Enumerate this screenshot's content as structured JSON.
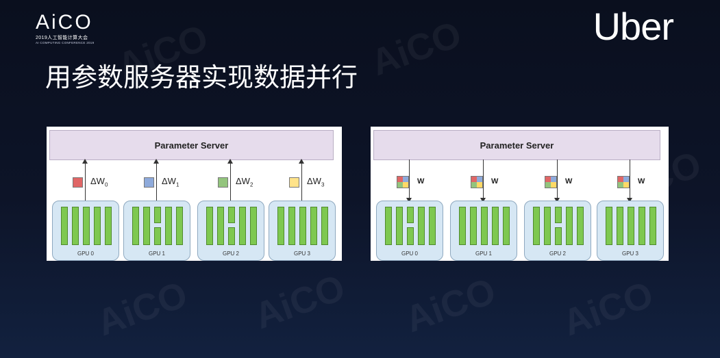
{
  "logo": {
    "mark": "AiCO",
    "line1": "2019人工智能计算大会",
    "line2": "AI COMPUTING CONFERENCE 2019"
  },
  "brand": "Uber",
  "title": "用参数服务器实现数据并行",
  "watermark": "AiCO",
  "panels": {
    "left": {
      "server_label": "Parameter Server",
      "arrow_direction": "up",
      "columns": [
        {
          "gpu": "GPU 0",
          "delta": "ΔW",
          "sub": "0",
          "color": "#e06666"
        },
        {
          "gpu": "GPU 1",
          "delta": "ΔW",
          "sub": "1",
          "color": "#8eaadb"
        },
        {
          "gpu": "GPU 2",
          "delta": "ΔW",
          "sub": "2",
          "color": "#93c47d"
        },
        {
          "gpu": "GPU 3",
          "delta": "ΔW",
          "sub": "3",
          "color": "#ffe38a"
        }
      ]
    },
    "right": {
      "server_label": "Parameter Server",
      "arrow_direction": "down",
      "weight_colors": [
        "#e06666",
        "#8eaadb",
        "#93c47d",
        "#ffd966"
      ],
      "columns": [
        {
          "gpu": "GPU 0",
          "w": "W"
        },
        {
          "gpu": "GPU 1",
          "w": "W"
        },
        {
          "gpu": "GPU 2",
          "w": "W"
        },
        {
          "gpu": "GPU 3",
          "w": "W"
        }
      ]
    }
  }
}
